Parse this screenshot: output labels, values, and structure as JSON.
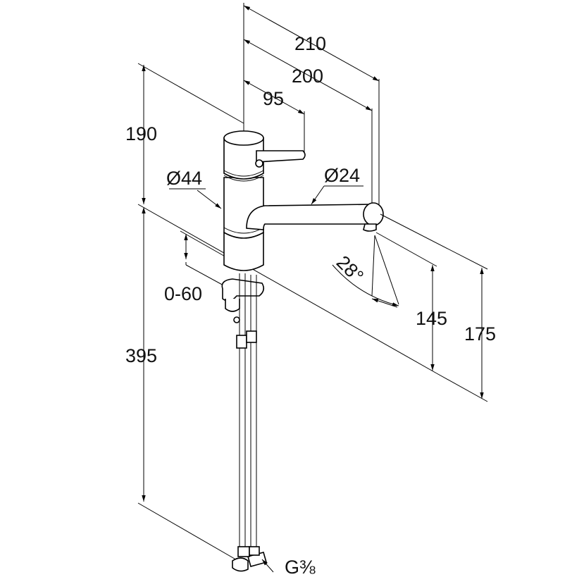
{
  "dimensions": {
    "top_210": "210",
    "top_200": "200",
    "top_95": "95",
    "height_190": "190",
    "dia_body": "Ø44",
    "dia_spout": "Ø24",
    "angle": "28°",
    "height_145": "145",
    "height_175": "175",
    "range_0_60": "0-60",
    "height_395": "395",
    "thread": "G⅜"
  }
}
